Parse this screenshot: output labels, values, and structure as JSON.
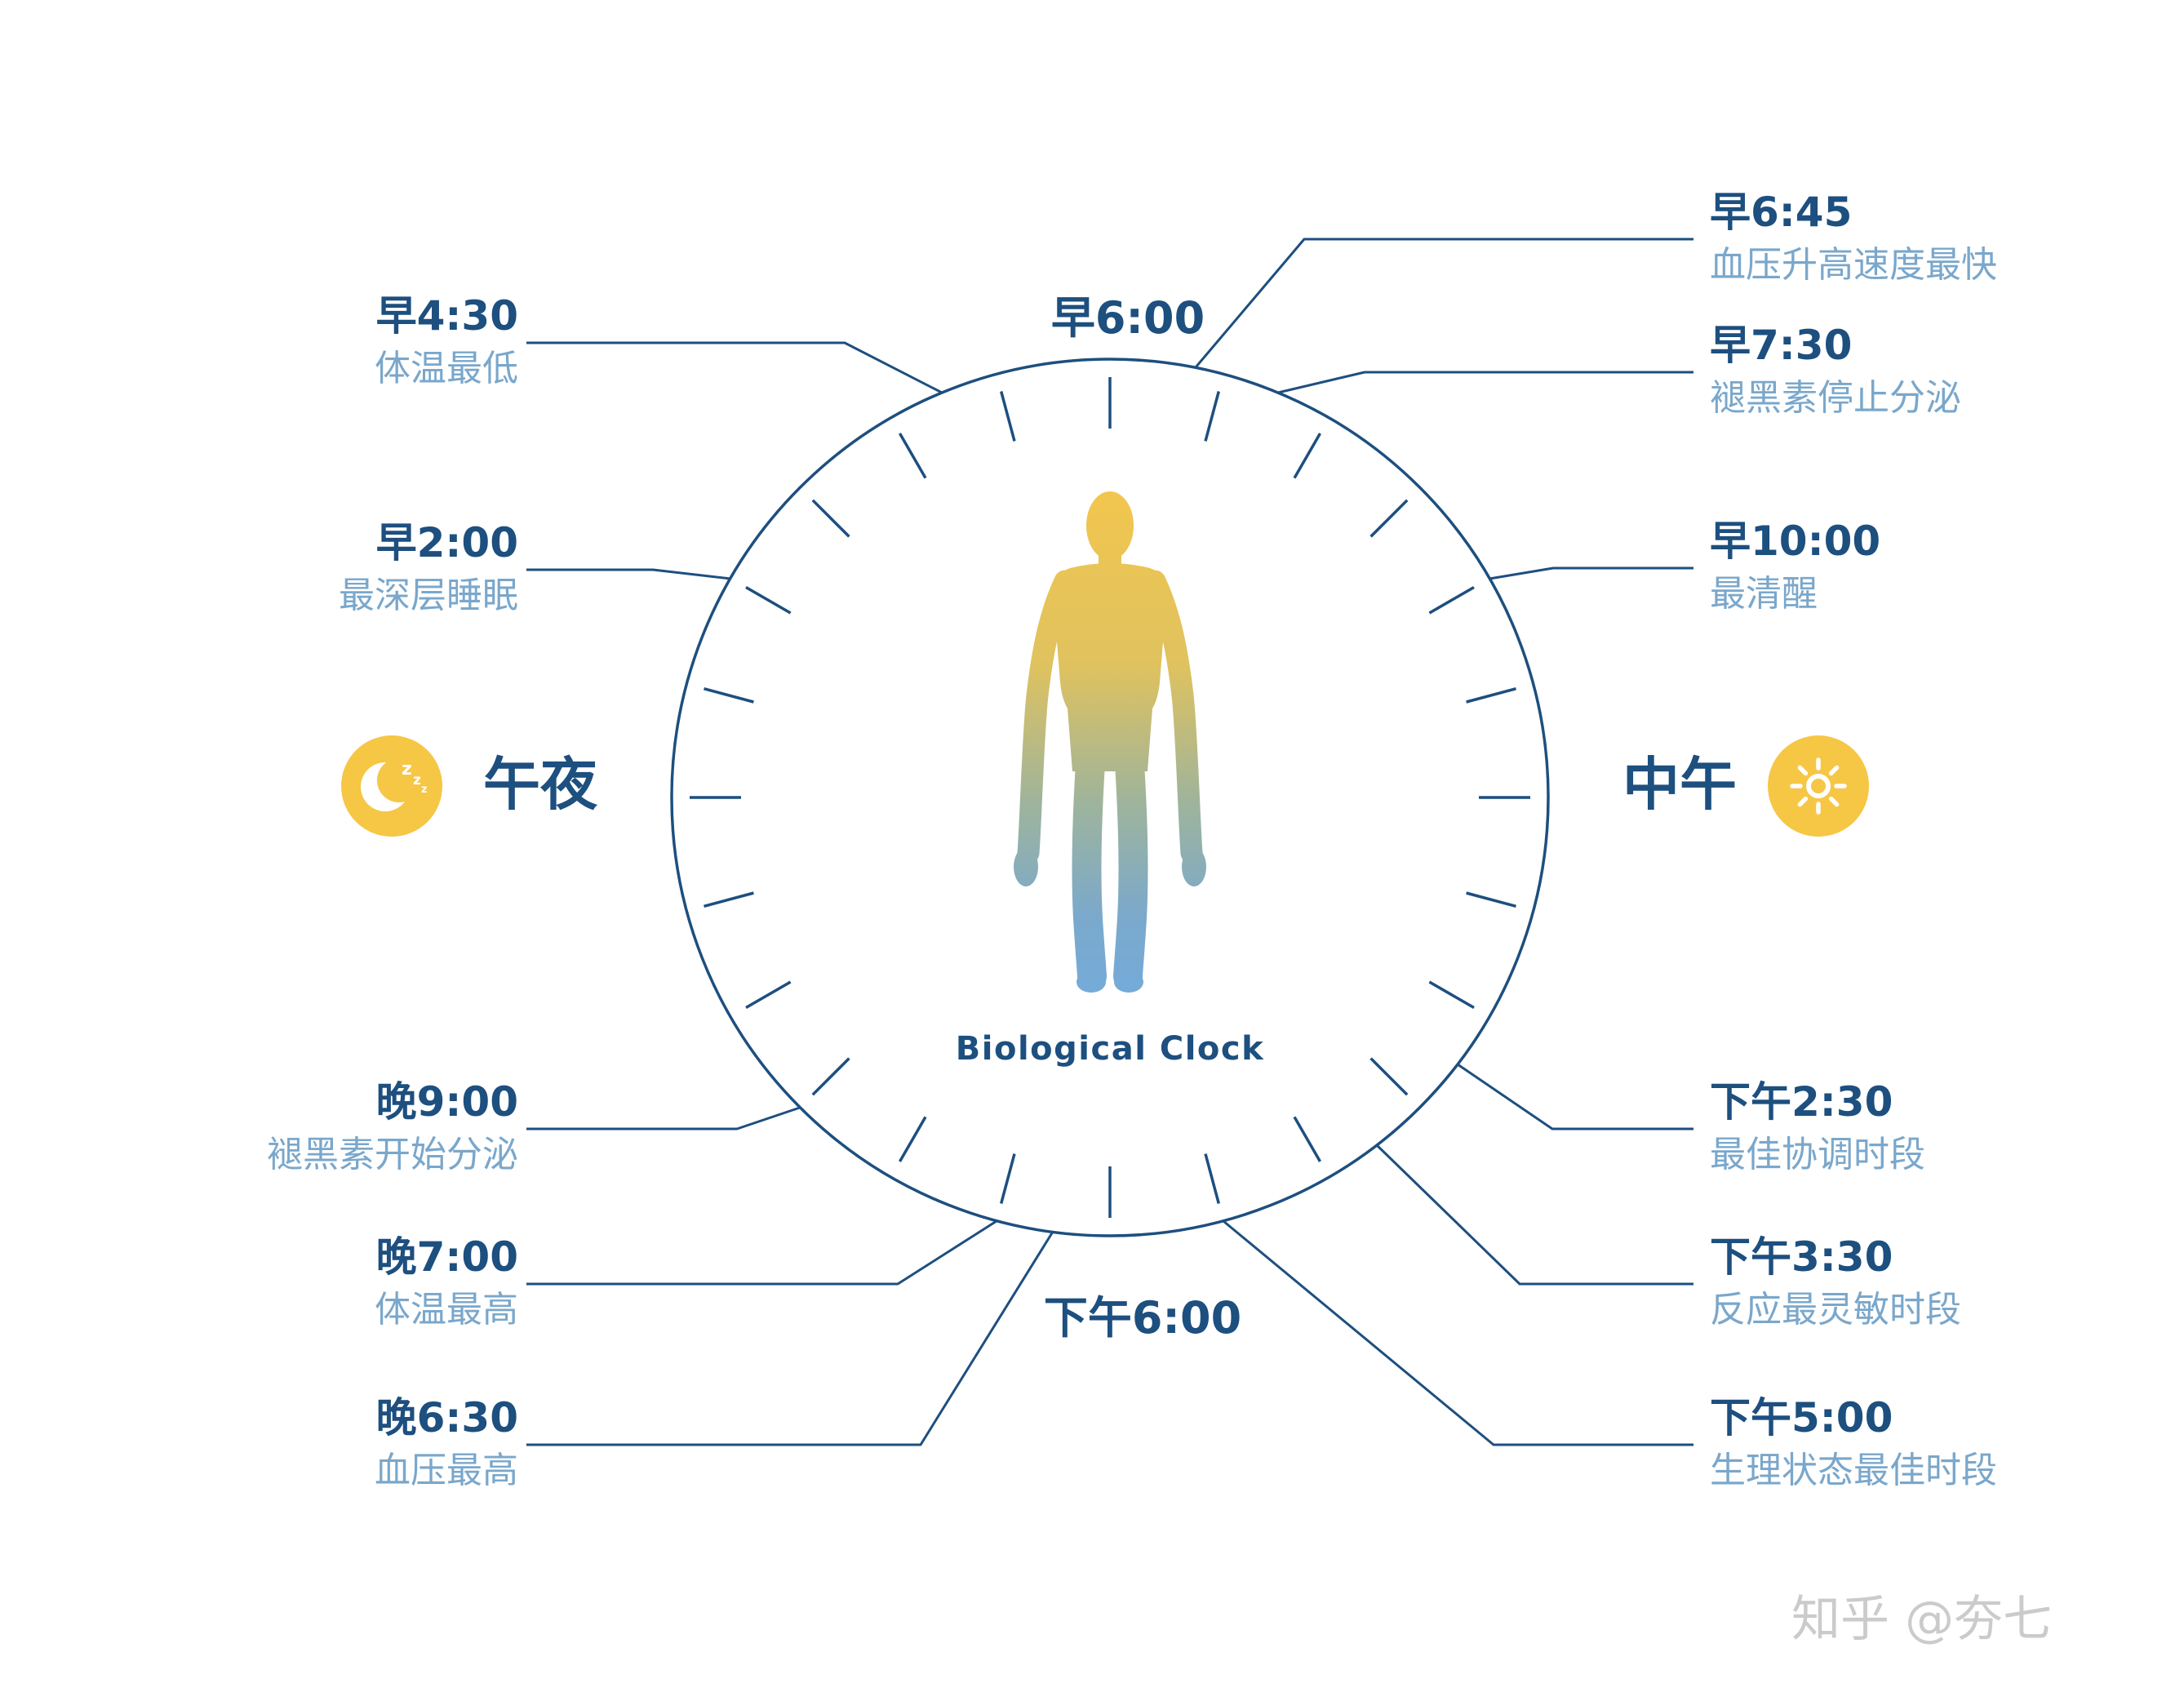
{
  "colors": {
    "navy": "#1d4f7f",
    "light_blue": "#7aa7cb",
    "yellow": "#f6c645",
    "watermark_gray": "#cbcbcb",
    "figure_top": "#f2c64e",
    "figure_bottom": "#74abd8"
  },
  "clock": {
    "top_label": "早6:00",
    "bottom_label": "下午6:00",
    "center_caption": "Biological Clock",
    "midnight": {
      "label": "午夜",
      "icon": "moon-zzz-icon"
    },
    "noon": {
      "label": "中午",
      "icon": "sun-icon"
    }
  },
  "events_left": [
    {
      "time": "早4:30",
      "desc": "体温最低"
    },
    {
      "time": "早2:00",
      "desc": "最深层睡眠"
    },
    {
      "time": "晚9:00",
      "desc": "褪黑素开始分泌"
    },
    {
      "time": "晚7:00",
      "desc": "体温最高"
    },
    {
      "time": "晚6:30",
      "desc": "血压最高"
    }
  ],
  "events_right": [
    {
      "time": "早6:45",
      "desc": "血压升高速度最快"
    },
    {
      "time": "早7:30",
      "desc": "褪黑素停止分泌"
    },
    {
      "time": "早10:00",
      "desc": "最清醒"
    },
    {
      "time": "下午2:30",
      "desc": "最佳协调时段"
    },
    {
      "time": "下午3:30",
      "desc": "反应最灵敏时段"
    },
    {
      "time": "下午5:00",
      "desc": "生理状态最佳时段"
    }
  ],
  "watermark": {
    "text": "知乎 @夯七"
  }
}
